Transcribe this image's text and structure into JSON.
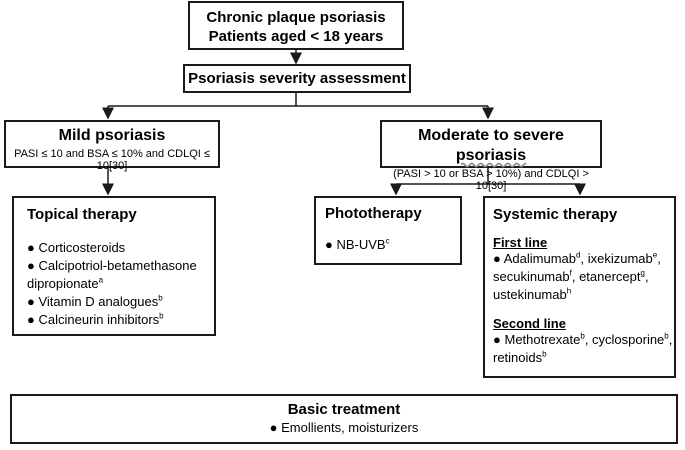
{
  "top": {
    "line1": "Chronic plaque psoriasis",
    "line2": "Patients aged < 18 years"
  },
  "assessment": {
    "label": "Psoriasis severity assessment"
  },
  "mild": {
    "title": "Mild psoriasis",
    "criteria": "PASI ≤ 10 and BSA ≤ 10% and CDLQI ≤ 10[30]"
  },
  "moderate": {
    "title_prefix": "Moderate to severe ",
    "title_wavy": "psoriasis",
    "criteria": "(PASI > 10 or BSA > 10%) and CDLQI > 10[30]"
  },
  "topical": {
    "title": "Topical therapy",
    "items": [
      {
        "text": "Corticosteroids",
        "sup": ""
      },
      {
        "text": "Calcipotriol-betamethasone",
        "sup": ""
      },
      {
        "text": "dipropionate",
        "sup": "a"
      },
      {
        "text": "Vitamin D analogues",
        "sup": "b"
      },
      {
        "text": "Calcineurin inhibitors",
        "sup": "b"
      }
    ]
  },
  "photo": {
    "title": "Phototherapy",
    "items": [
      {
        "text": "NB-UVB",
        "sup": "c"
      }
    ]
  },
  "systemic": {
    "title": "Systemic therapy",
    "first_line_label": "First line",
    "first_line": {
      "l1a": "Adalimumab",
      "l1a_sup": "d",
      "l1b": ", ixekizumab",
      "l1b_sup": "e",
      "l1c": ",",
      "l2a": "secukinumab",
      "l2a_sup": "f",
      "l2b": ", etanercept",
      "l2b_sup": "g",
      "l2c": ",",
      "l3a": "ustekinumab",
      "l3a_sup": "h"
    },
    "second_line_label": "Second line",
    "second_line": {
      "l1a": "Methotrexate",
      "l1a_sup": "b",
      "l1b": ", cyclosporine",
      "l1b_sup": "b",
      "l1c": ",",
      "l2a": "retinoids",
      "l2a_sup": "b"
    }
  },
  "basic": {
    "title": "Basic treatment",
    "item": "Emollients, moisturizers"
  },
  "bullet": "●"
}
